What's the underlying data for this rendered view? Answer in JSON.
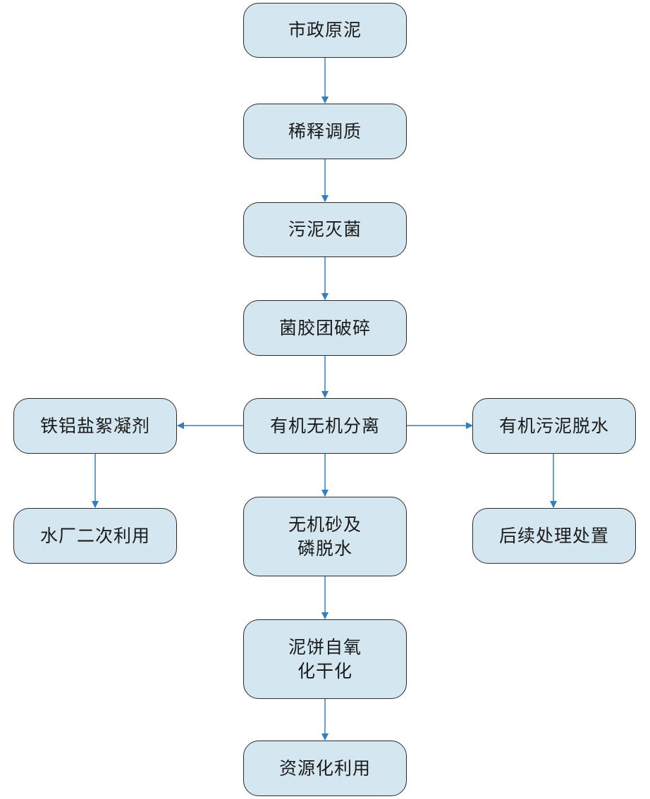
{
  "colors": {
    "node_fill": "#d4e7f0",
    "node_border": "#2b2b2b",
    "arrow": "#2f7fc1",
    "text": "#1a1a1a"
  },
  "nodes": {
    "raw_sludge": "市政原泥",
    "dilution_conditioning": "稀释调质",
    "sludge_sterilization": "污泥灭菌",
    "floc_breaking": "菌胶团破碎",
    "organic_inorganic_separation": "有机无机分离",
    "iron_aluminum_flocculant": "铁铝盐絮凝剂",
    "waterworks_reuse": "水厂二次利用",
    "organic_sludge_dewatering": "有机污泥脱水",
    "subsequent_treatment": "后续处理处置",
    "inorganic_sand_phosphorus_dewatering": "无机砂及\n磷脱水",
    "cake_self_oxidation_drying": "泥饼自氧\n化干化",
    "resource_utilization": "资源化利用"
  }
}
